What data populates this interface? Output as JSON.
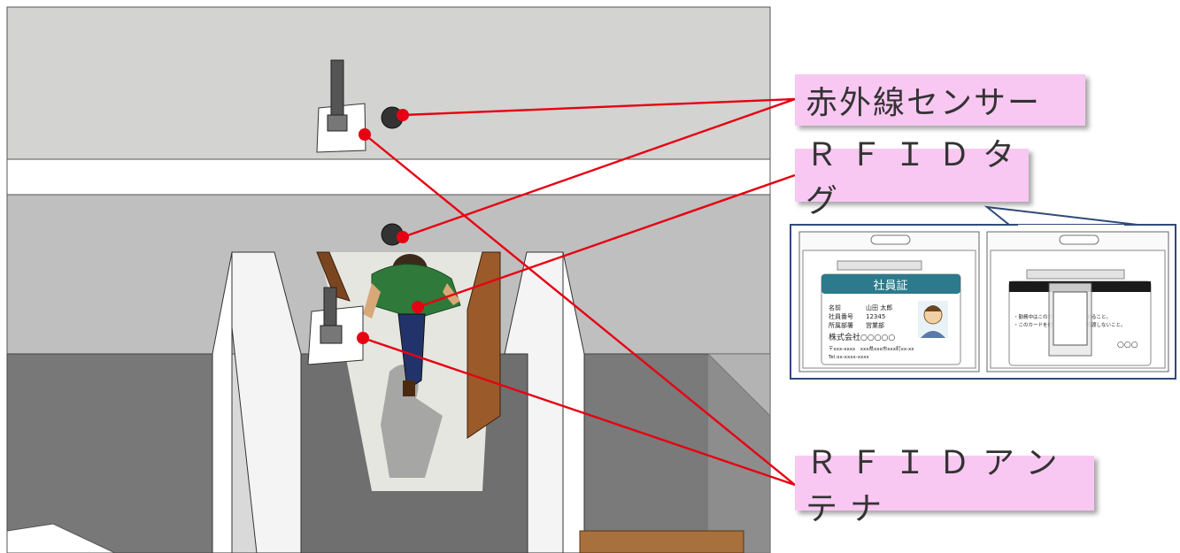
{
  "labels": {
    "infrared_sensor": "赤外線センサー",
    "rfid_tag": "ＲＦＩＤタグ",
    "rfid_antenna": "ＲＦＩＤアンテナ"
  },
  "id_card_front": {
    "header": "社員証",
    "name_label": "名前",
    "name_value": "山田 太郎",
    "number_label": "社員番号",
    "number_value": "12345",
    "dept_label": "所属部署",
    "dept_value": "営業部",
    "company": "株式会社○○○○○",
    "address": "〒xxx-xxxx　xxx県xxx市xxx町xx-xx",
    "tel": "Tel:xx-xxxx-xxxx"
  },
  "id_card_back": {
    "note_1": "・勤務中はこのカードを常時携帯すること。",
    "note_2": "・このカードを他人に貸与または譲渡しないこと。",
    "footer": "○○○"
  },
  "colors": {
    "callout_bg": "#f9c8f2",
    "leader_line": "#e60012",
    "card_header": "#2c7a8c",
    "frame": "#2f4a7a"
  }
}
